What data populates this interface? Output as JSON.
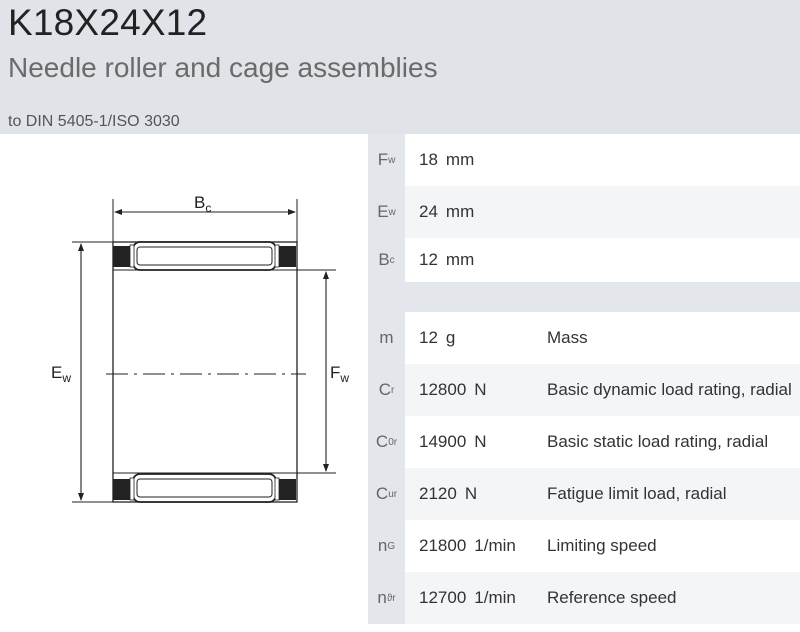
{
  "header": {
    "title": "K18X24X12",
    "subtitle": "Needle roller and cage assemblies",
    "standard": "to DIN 5405-1/ISO 3030"
  },
  "drawing": {
    "labels": {
      "bc_main": "B",
      "bc_sub": "c",
      "ew_main": "E",
      "ew_sub": "w",
      "fw_main": "F",
      "fw_sub": "w"
    }
  },
  "dimensions": [
    {
      "sym": "F",
      "sub": "w",
      "value": "18",
      "unit": "mm"
    },
    {
      "sym": "E",
      "sub": "w",
      "value": "24",
      "unit": "mm"
    },
    {
      "sym": "B",
      "sub": "c",
      "value": "12",
      "unit": "mm"
    }
  ],
  "properties": [
    {
      "sym": "m",
      "sub": "",
      "value": "12",
      "unit": "g",
      "desc": "Mass"
    },
    {
      "sym": "C",
      "sub": "r",
      "value": "12800",
      "unit": "N",
      "desc": "Basic dynamic load rating, radial"
    },
    {
      "sym": "C",
      "sub": "0r",
      "value": "14900",
      "unit": "N",
      "desc": "Basic static load rating, radial"
    },
    {
      "sym": "C",
      "sub": "ur",
      "value": "2120",
      "unit": "N",
      "desc": "Fatigue limit load, radial"
    },
    {
      "sym": "n",
      "sub": "G",
      "value": "21800",
      "unit": "1/min",
      "desc": "Limiting speed"
    },
    {
      "sym": "n",
      "sub": "ϑr",
      "value": "12700",
      "unit": "1/min",
      "desc": "Reference speed"
    }
  ]
}
